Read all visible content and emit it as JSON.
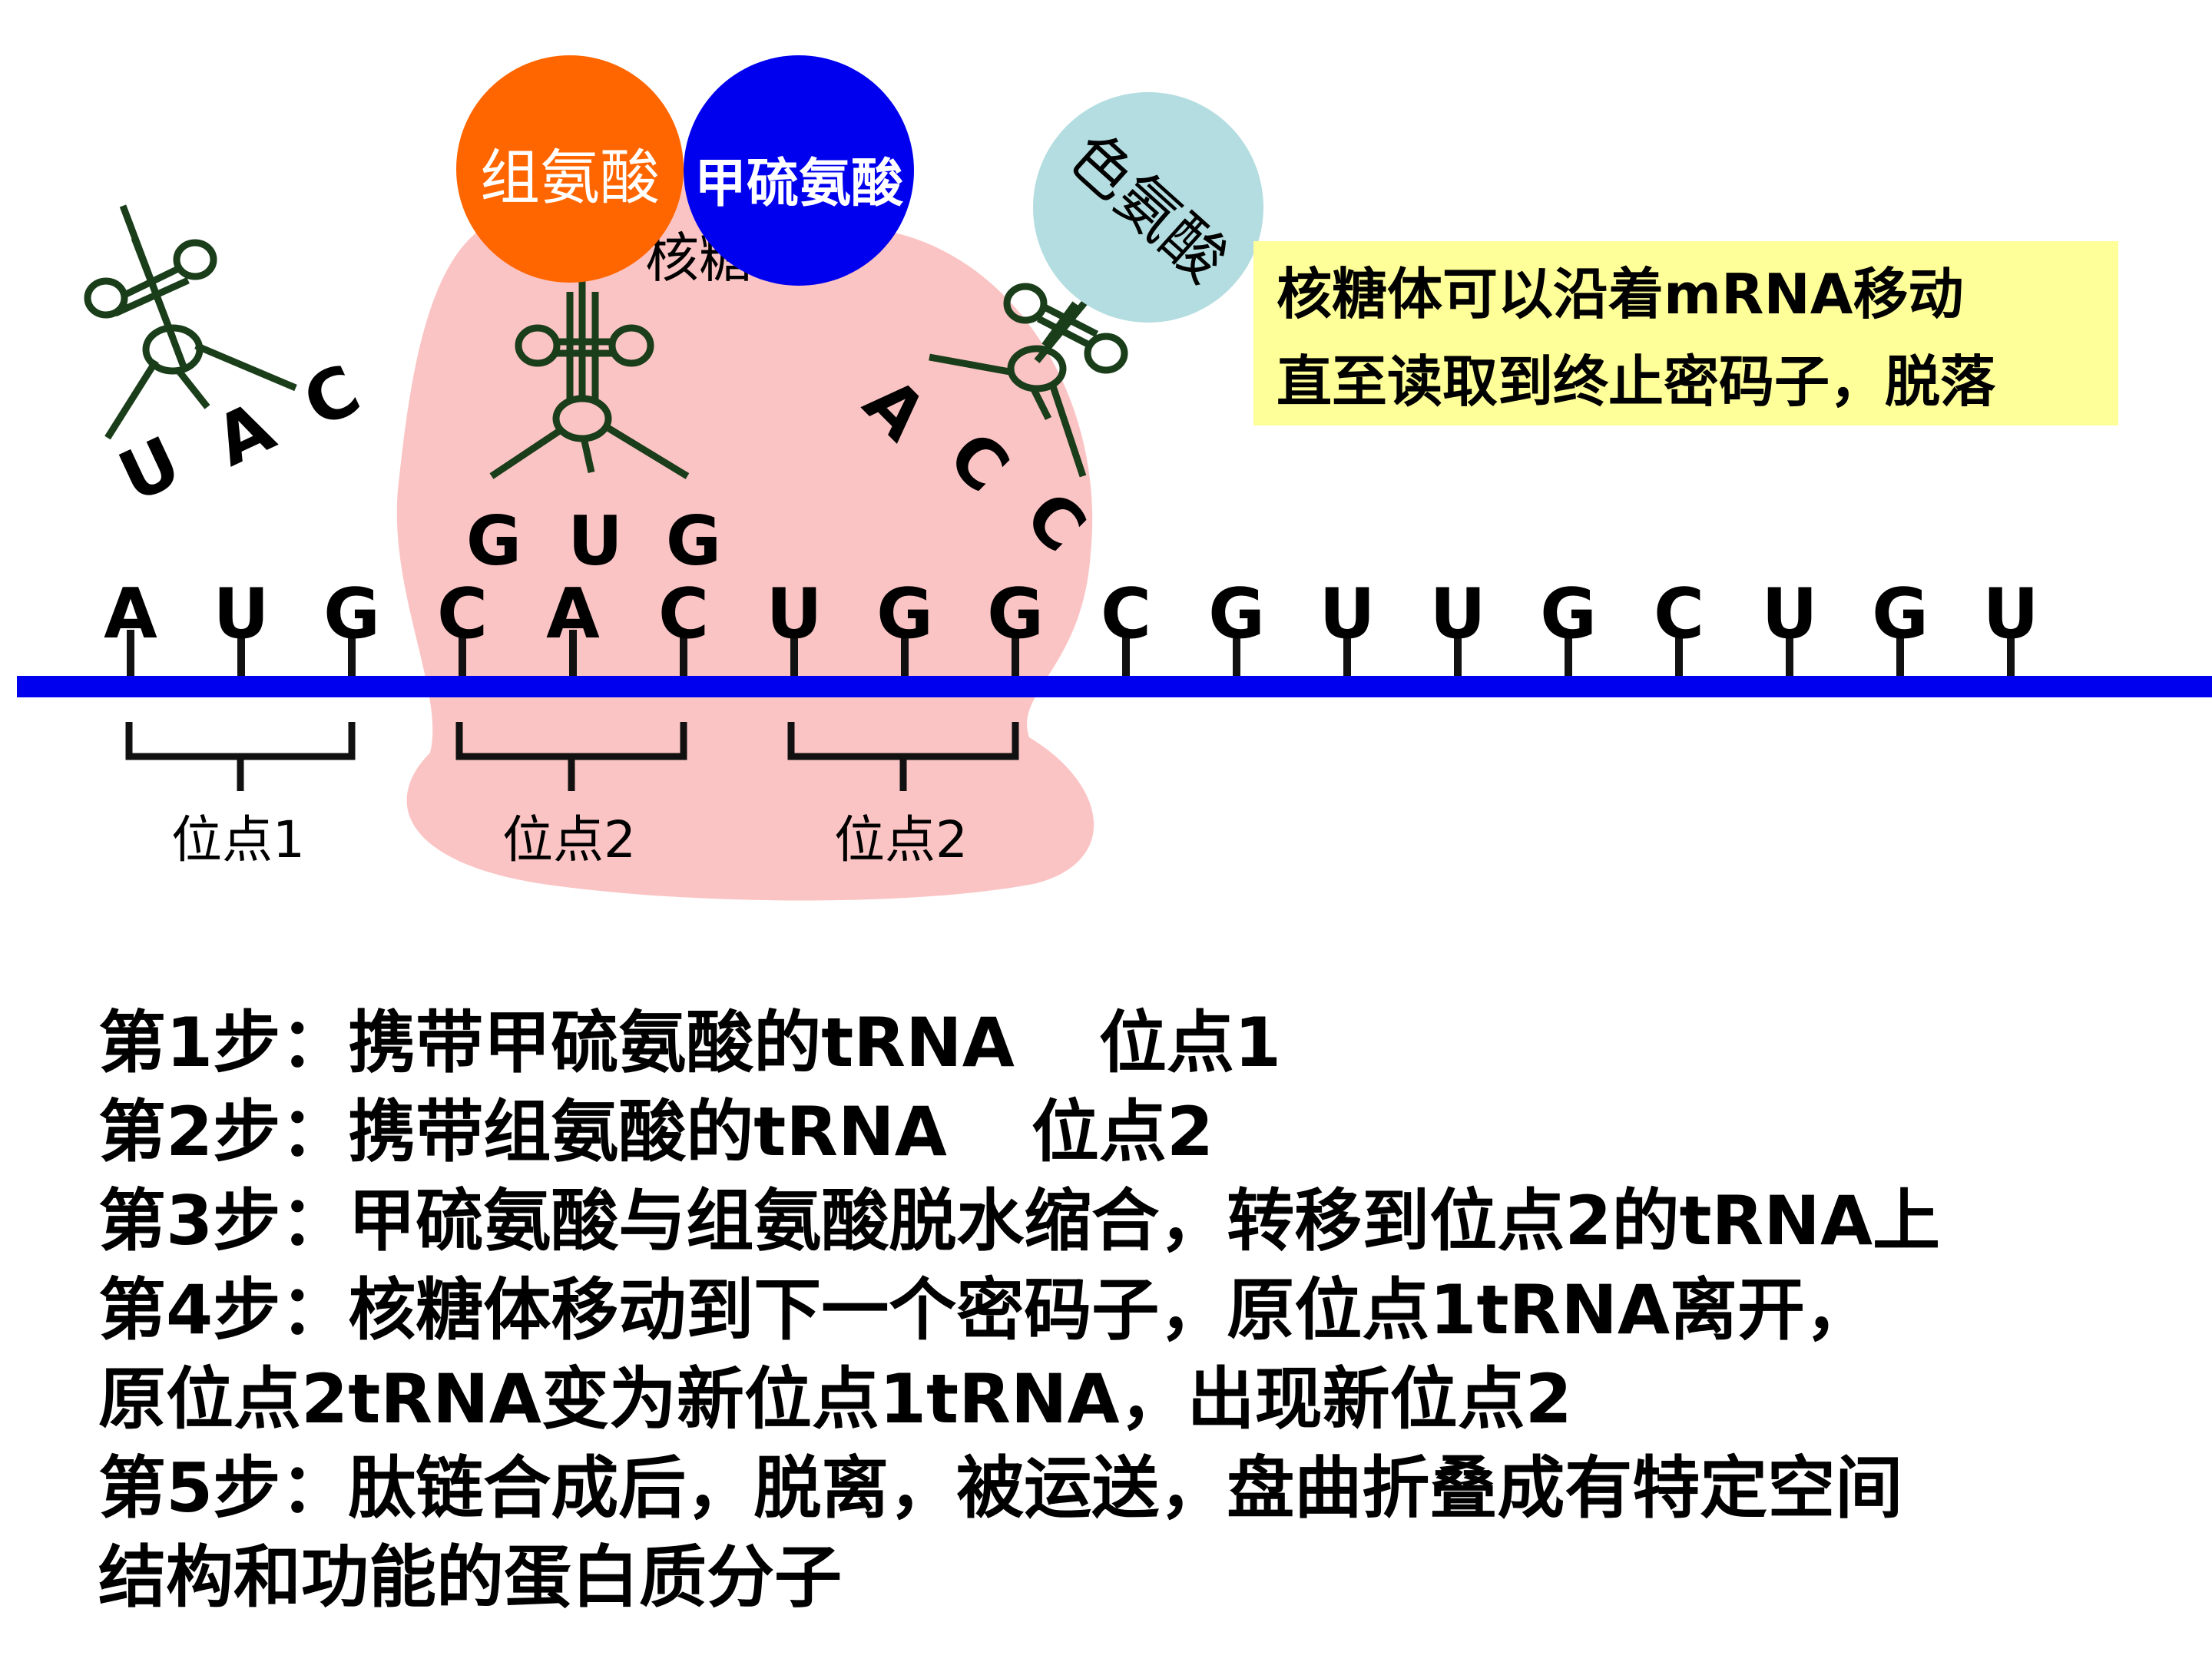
{
  "amino_acids": {
    "his": "组氨酸",
    "met": "甲硫氨酸",
    "trp": "色氨酸"
  },
  "ribosome_label": "核糖",
  "anticodons": {
    "trna1": [
      "U",
      "A",
      "C"
    ],
    "trna2": [
      "G",
      "U",
      "G"
    ],
    "trna3": [
      "A",
      "C",
      "C"
    ]
  },
  "mrna_bases": [
    "A",
    "U",
    "G",
    "C",
    "A",
    "C",
    "U",
    "G",
    "G",
    "C",
    "G",
    "U",
    "U",
    "G",
    "C",
    "U",
    "G",
    "U"
  ],
  "sites": {
    "site1": "位点1",
    "site2": "位点2",
    "site3": "位点2"
  },
  "note": {
    "line1": "核糖体可以沿着mRNA移动",
    "line2": "直至读取到终止密码子，脱落"
  },
  "steps": {
    "s1_text": "第1步：携带甲硫氨酸的tRNA",
    "s1_site": "位点1",
    "s2_text": "第2步：携带组氨酸的tRNA",
    "s2_site": "位点2",
    "s3": "第3步：甲硫氨酸与组氨酸脱水缩合，转移到位点2的tRNA上",
    "s4a": "第4步：核糖体移动到下一个密码子，原位点1tRNA离开，",
    "s4b": "原位点2tRNA变为新位点1tRNA，出现新位点2",
    "s5a": "第5步：肽链合成后，脱离，被运送，盘曲折叠成有特定空间",
    "s5b": "结构和功能的蛋白质分子"
  },
  "colors": {
    "mrna": "#0000ee",
    "ribosome": "#fbc4c4",
    "his": "#ff6600",
    "met": "#0000ee",
    "trp": "#b3dde0",
    "trna": "#1a3d1a",
    "note_bg": "#ffff99"
  }
}
